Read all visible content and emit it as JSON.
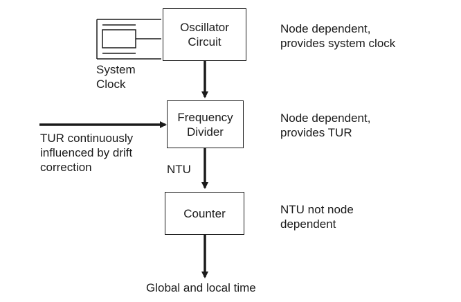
{
  "boxes": {
    "oscillator": [
      "Oscillator",
      "Circuit"
    ],
    "divider": [
      "Frequency",
      "Divider"
    ],
    "counter": [
      "Counter"
    ]
  },
  "notes": {
    "oscillator": [
      "Node dependent,",
      "provides system clock"
    ],
    "divider": [
      "Node dependent,",
      "provides TUR"
    ],
    "counter": [
      "NTU not node",
      "dependent"
    ]
  },
  "labels": {
    "system_clock": [
      "System",
      "Clock"
    ],
    "tur_input": [
      "TUR continuously",
      "influenced by drift",
      "correction"
    ],
    "ntu": "NTU",
    "output": "Global and local time"
  },
  "icons": {
    "crystal": "crystal-oscillator-icon"
  },
  "colors": {
    "stroke": "#1a1a1a",
    "background": "#ffffff"
  }
}
